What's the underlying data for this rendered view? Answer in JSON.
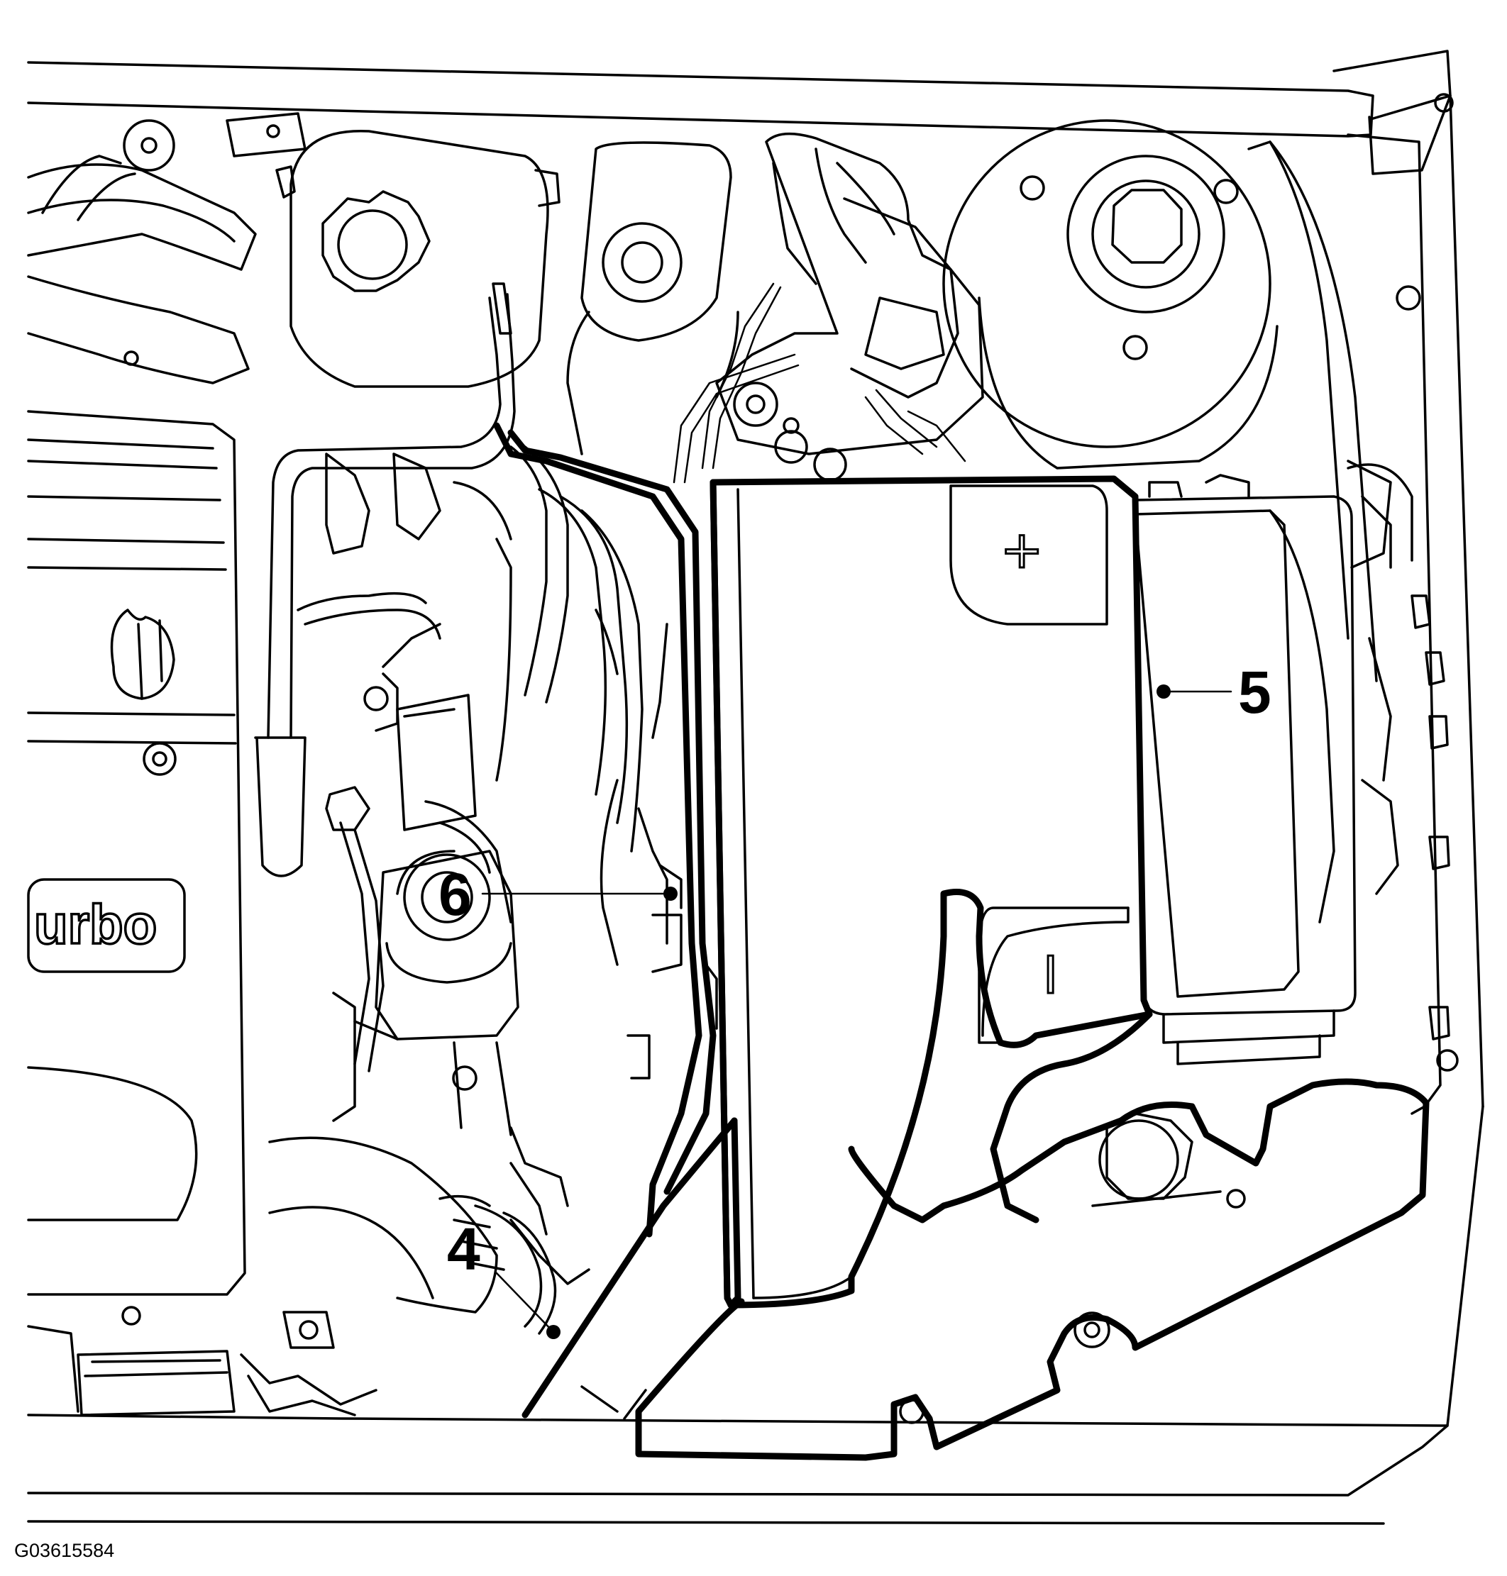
{
  "figure_id": "G03615584",
  "engine_cover_text": "urbo",
  "battery_terminals": {
    "positive": "+",
    "negative": "I"
  },
  "callouts": [
    {
      "number": "4"
    },
    {
      "number": "5"
    },
    {
      "number": "6"
    }
  ]
}
